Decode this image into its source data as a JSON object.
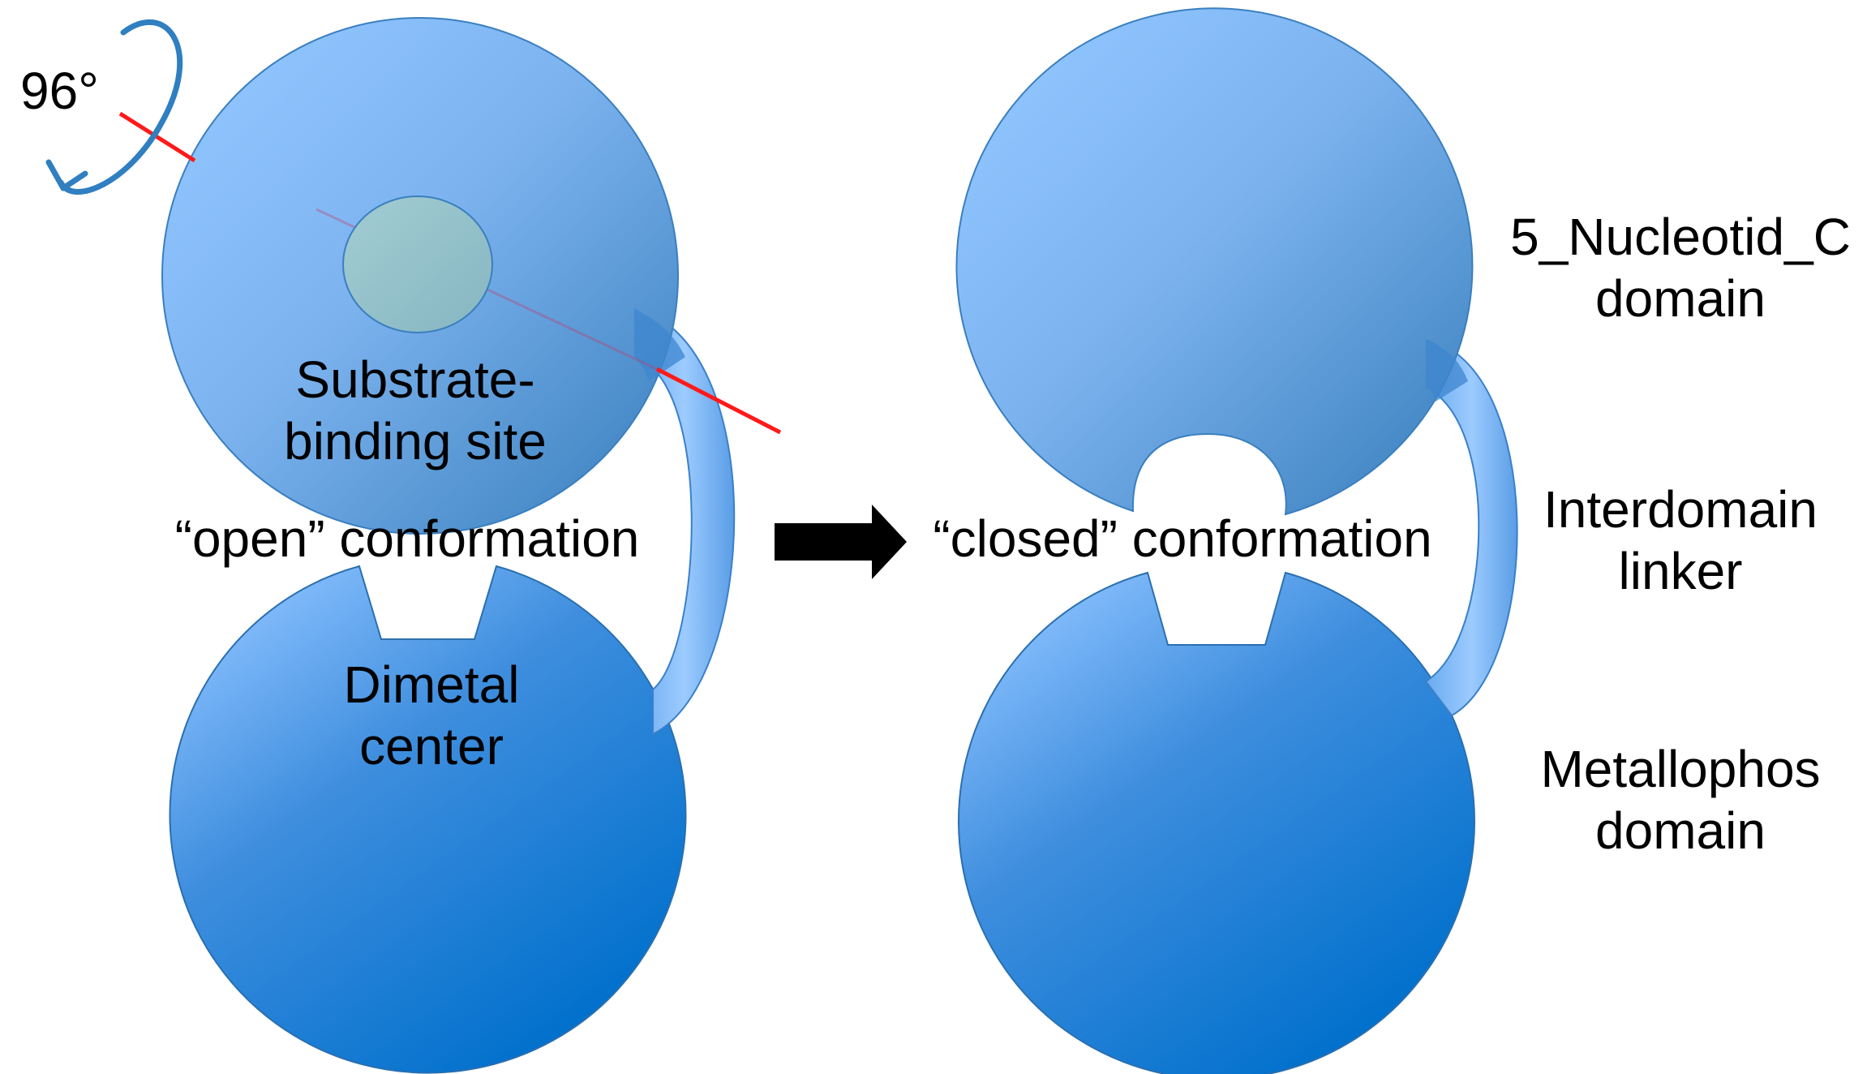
{
  "rotation": {
    "angle_label": "96°"
  },
  "open_state": {
    "site_label_line1": "Substrate-",
    "site_label_line2": "binding site",
    "conformation_label": "“open” conformation",
    "center_label_line1": "Dimetal",
    "center_label_line2": "center"
  },
  "closed_state": {
    "conformation_label": "“closed” conformation"
  },
  "legend": {
    "top_domain_line1": "5_Nucleotid_C",
    "top_domain_line2": "domain",
    "linker_line1": "Interdomain",
    "linker_line2": "linker",
    "bottom_domain_line1": "Metallophos",
    "bottom_domain_line2": "domain"
  },
  "colors": {
    "top_domain_light": "#8cc2ff",
    "top_domain_dark": "#4a8fcb",
    "bottom_domain_light": "#8cc2ff",
    "bottom_domain_dark": "#0072cc",
    "site_fill": "#94c2c8",
    "axis": "#ff1a1a",
    "rotation_arrow": "#2f7fc1",
    "transition_arrow": "#000000"
  }
}
